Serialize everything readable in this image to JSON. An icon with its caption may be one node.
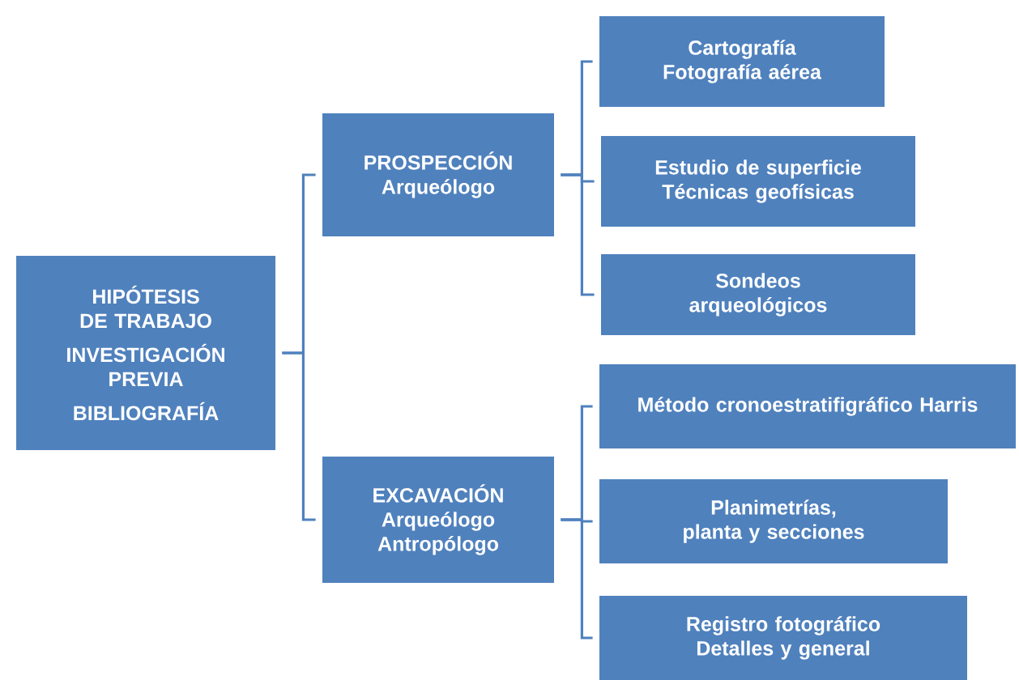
{
  "diagram": {
    "nodes": [
      {
        "text": [
          "HIPÓTESIS DE TRABAJO",
          "INVESTIGACIÓN PREVIA",
          "BIBLIOGRAFÍA"
        ]
      },
      {
        "text": [
          "PROSPECCIÓN",
          "Arqueólogo"
        ]
      },
      {
        "text": [
          "EXCAVACIÓN",
          "Arqueólogo",
          "Antropólogo"
        ]
      },
      {
        "text": [
          "Cartografía",
          "Fotografía aérea"
        ]
      },
      {
        "text": [
          "Estudio de superficie",
          "Técnicas geofísicas"
        ]
      },
      {
        "text": [
          "Sondeos arqueológicos"
        ]
      },
      {
        "text": [
          "Método cronoestratifigráfico Harris"
        ]
      },
      {
        "text": [
          "Planimetrías, planta y secciones"
        ]
      },
      {
        "text": [
          "Registro fotográfico",
          "Detalles y general"
        ]
      }
    ],
    "edges": [
      {
        "from": 0,
        "to": 1,
        "arrow": "none"
      },
      {
        "from": 0,
        "to": 2,
        "arrow": "none"
      },
      {
        "from": 1,
        "to": 3,
        "arrow": "none"
      },
      {
        "from": 1,
        "to": 4,
        "arrow": "none"
      },
      {
        "from": 1,
        "to": 5,
        "arrow": "none"
      },
      {
        "from": 2,
        "to": 6,
        "arrow": "none"
      },
      {
        "from": 2,
        "to": 7,
        "arrow": "none"
      },
      {
        "from": 2,
        "to": 8,
        "arrow": "none"
      }
    ]
  }
}
